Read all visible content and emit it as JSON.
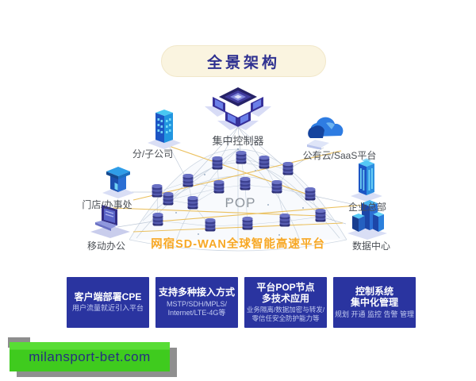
{
  "header": {
    "badge": "全景架构"
  },
  "diagram": {
    "controller_label": "集中控制器",
    "branch_label": "分/子公司",
    "cloud_label": "公有云/SaaS平台",
    "store_label": "门店/办事处",
    "hq_label": "企业总部",
    "mobile_label": "移动办公",
    "datacenter_label": "数据中心",
    "pop_label": "POP",
    "platform_caption": "网宿SD-WAN全球智能高速平台",
    "icons": [
      "controller-cluster-icon",
      "office-building-icon",
      "cloud-icon",
      "storefront-icon",
      "hq-tower-icon",
      "laptop-icon",
      "datacenter-servers-icon",
      "pop-node-icon"
    ]
  },
  "features": [
    {
      "title_lines": [
        "客户端部署CPE"
      ],
      "subtitle_lines": [
        "用户流量就近引入平台"
      ]
    },
    {
      "title_lines": [
        "支持多种接入方式"
      ],
      "subtitle_lines": [
        "MSTP/SDH/MPLS/",
        "Internet/LTE-4G等"
      ]
    },
    {
      "title_lines": [
        "平台POP节点",
        "多技术应用"
      ],
      "subtitle_lines": [
        "业务隔离/数据加密与转发/",
        "零信任安全防护能力等"
      ]
    },
    {
      "title_lines": [
        "控制系统",
        "集中化管理"
      ],
      "subtitle_lines": [
        "规划 开通 监控 告警 管理"
      ]
    }
  ],
  "watermark": {
    "text": "milansport-bet.com"
  },
  "colors": {
    "badge_bg": "#faf4e0",
    "badge_text": "#2e3090",
    "caption_orange": "#f7a825",
    "feature_box_blue": "#2a34a0",
    "feature_subtitle": "#c3cbf0",
    "watermark_green": "#3fcb1e",
    "watermark_text_navy": "#25307e",
    "mesh_gray_line": "#c5d0dd",
    "mesh_yellow_line": "#eabd55",
    "node_indigo": "#3c408f"
  }
}
